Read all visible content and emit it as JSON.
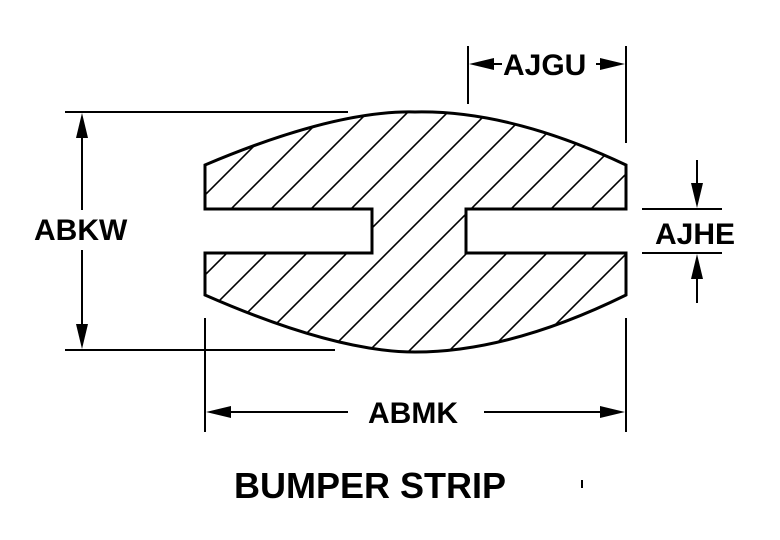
{
  "dimensions": {
    "overall_height": "ABKW",
    "top_width": "AJGU",
    "slot_height": "AJHE",
    "overall_width": "ABMK"
  },
  "title": "BUMPER STRIP",
  "colors": {
    "ink": "#000000",
    "background": "#ffffff"
  }
}
